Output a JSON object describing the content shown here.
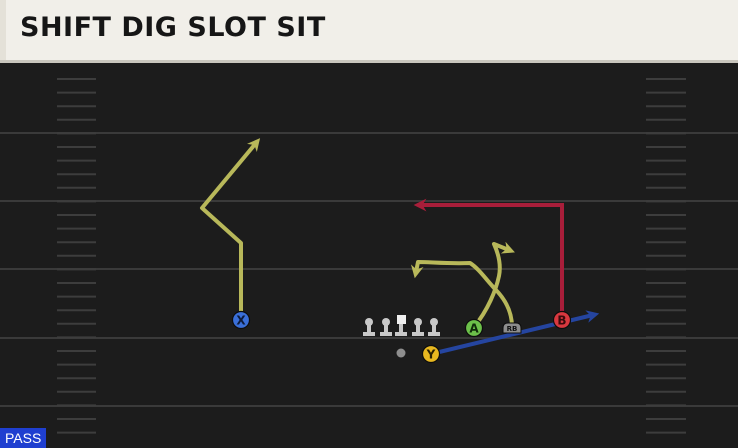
{
  "play": {
    "title": "SHIFT DIG SLOT SIT",
    "play_type": "PASS"
  },
  "colors": {
    "field": "#1c1c1c",
    "yard_line": "#3a3a3a",
    "hash_mark": "#3d3d3d",
    "header_bg": "#f1efe9",
    "route_yellow": "#b8b85a",
    "route_red": "#a81e3a",
    "route_blue": "#2545a0",
    "badge": "#1f3fd0"
  },
  "players": [
    {
      "id": "X",
      "label": "X",
      "button": "X",
      "color": "#3a6fd8"
    },
    {
      "id": "A",
      "label": "A",
      "button": "A",
      "color": "#6cc04a"
    },
    {
      "id": "B",
      "label": "B",
      "button": "B",
      "color": "#d8383f"
    },
    {
      "id": "Y",
      "label": "Y",
      "button": "Y",
      "color": "#e8b820"
    },
    {
      "id": "RB",
      "label": "RB",
      "button": "none",
      "color": "#8d8d8d"
    }
  ],
  "routes": [
    {
      "player": "X",
      "color": "route_yellow",
      "arrow": true
    },
    {
      "player": "A",
      "color": "route_yellow",
      "arrow": true
    },
    {
      "player": "RB",
      "color": "route_yellow",
      "arrow": true
    },
    {
      "player": "B",
      "color": "route_red",
      "arrow": true
    },
    {
      "player": "Y",
      "color": "route_blue",
      "arrow": true
    }
  ],
  "offensive_line": {
    "count": 5
  },
  "quarterback": {
    "marker": "dot"
  }
}
